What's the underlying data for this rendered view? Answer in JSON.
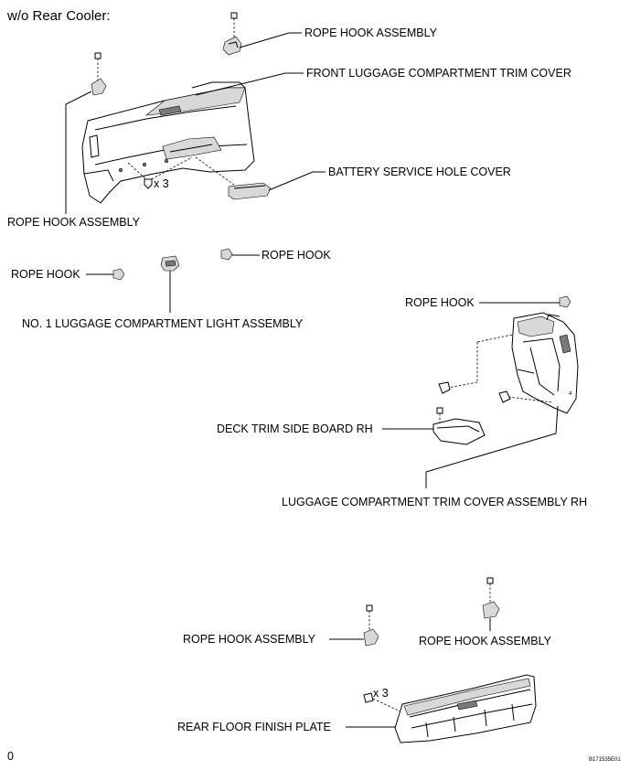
{
  "header": "w/o Rear Cooler:",
  "labels": {
    "rope_hook_assembly_top": "ROPE HOOK ASSEMBLY",
    "front_luggage_trim_cover": "FRONT LUGGAGE COMPARTMENT TRIM COVER",
    "battery_service_hole_cover": "BATTERY SERVICE HOLE COVER",
    "clip_count_front": "x 3",
    "rope_hook_assembly_left": "ROPE HOOK ASSEMBLY",
    "rope_hook_mid": "ROPE HOOK",
    "rope_hook_left": "ROPE HOOK",
    "no1_luggage_light": "NO. 1 LUGGAGE COMPARTMENT LIGHT ASSEMBLY",
    "rope_hook_right": "ROPE HOOK",
    "deck_trim_side_board": "DECK TRIM SIDE BOARD RH",
    "luggage_trim_cover_rh": "LUGGAGE COMPARTMENT TRIM COVER ASSEMBLY RH",
    "rope_hook_assembly_bottom_left": "ROPE HOOK ASSEMBLY",
    "rope_hook_assembly_bottom_right": "ROPE HOOK ASSEMBLY",
    "clip_count_rear": "x 3",
    "rear_floor_finish_plate": "REAR FLOOR FINISH PLATE"
  },
  "footer": {
    "page_marker": "0",
    "figure_code": "B171535E01"
  }
}
